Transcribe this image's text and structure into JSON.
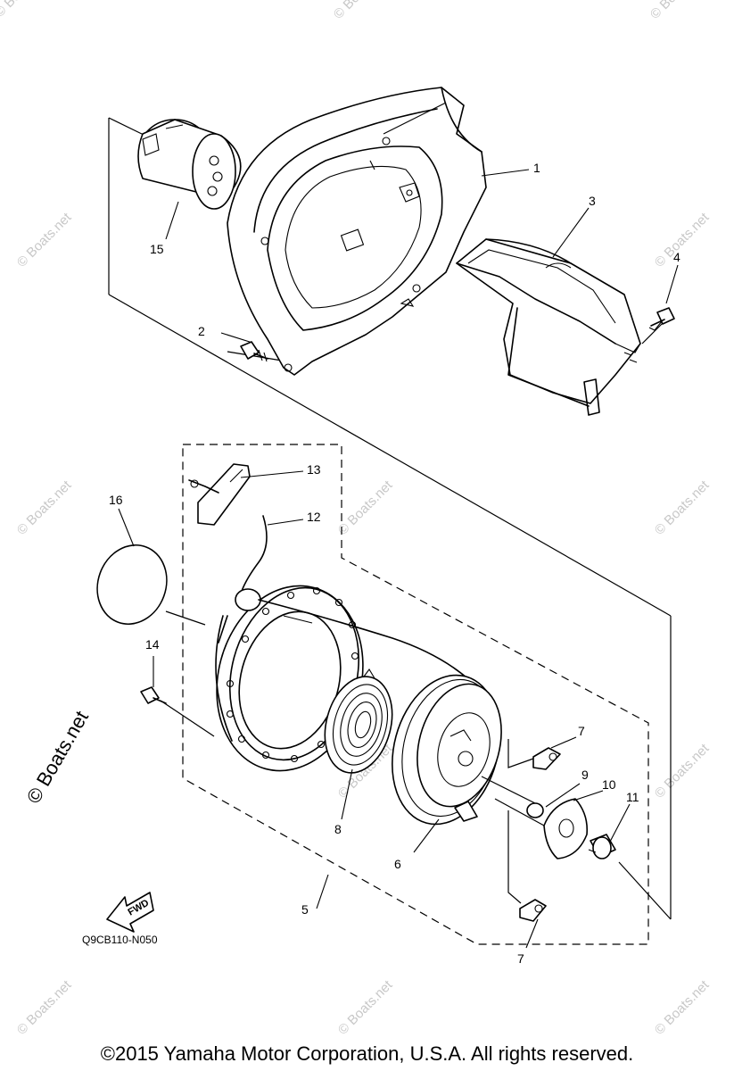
{
  "diagram": {
    "callouts": [
      "1",
      "2",
      "3",
      "4",
      "5",
      "6",
      "7",
      "7",
      "8",
      "9",
      "10",
      "11",
      "12",
      "13",
      "14",
      "15",
      "16"
    ],
    "fwd_label": "FWD",
    "part_code": "Q9CB110-N050",
    "watermark_big": "© Boats.net",
    "watermark_small": "© Boats.net"
  },
  "footer": {
    "copyright": "©2015 Yamaha Motor Corporation, U.S.A. All rights reserved."
  }
}
